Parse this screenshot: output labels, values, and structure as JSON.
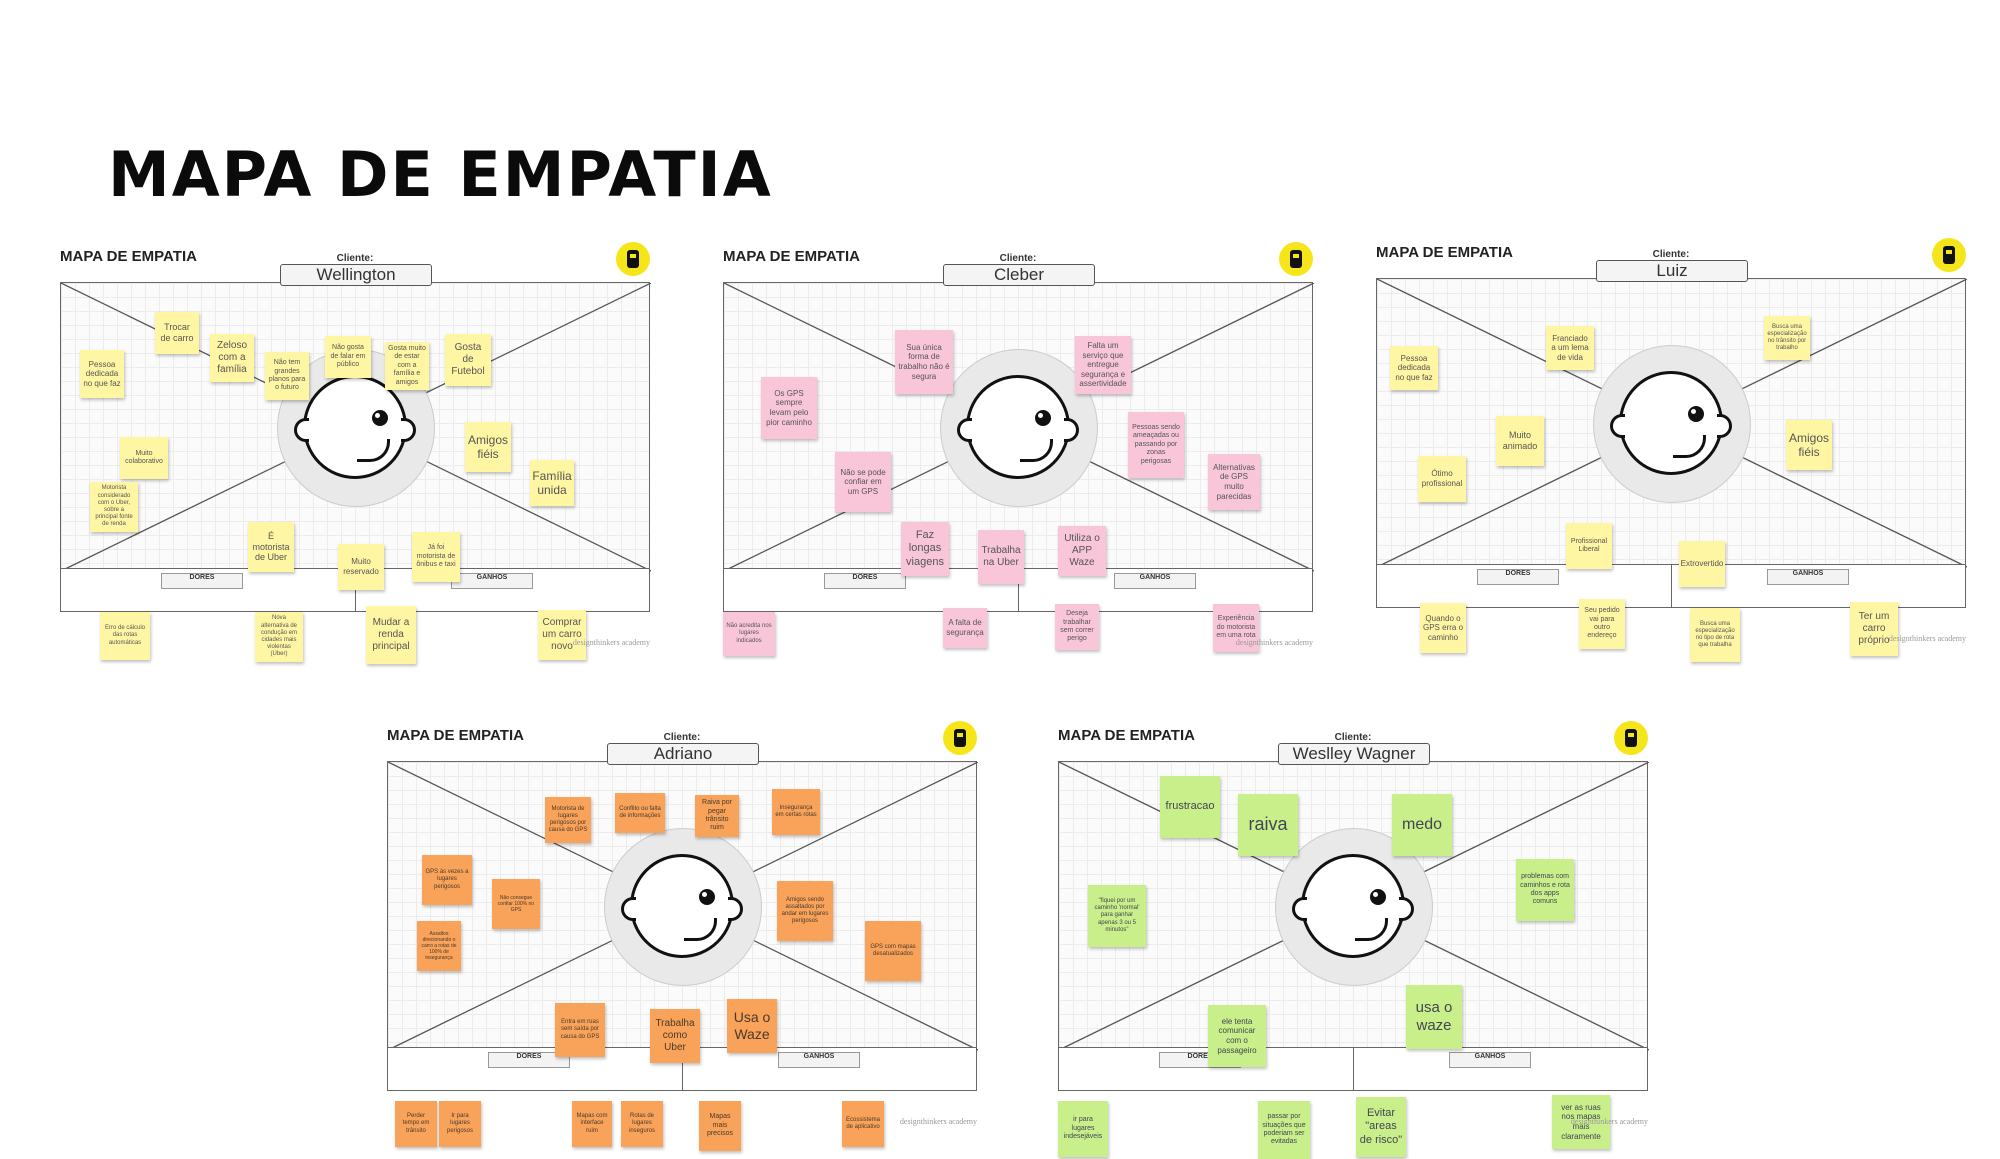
{
  "title": "MAPA DE EMPATIA",
  "board_heading": "MAPA DE EMPATIA",
  "client_label": "Cliente:",
  "pain_label": "DORES",
  "gain_label": "GANHOS",
  "credit": "designthinkers academy",
  "boards": [
    {
      "client": "Wellington",
      "color": "#fff6a3",
      "notes": [
        {
          "text": "Pessoa dedicada no que faz"
        },
        {
          "text": "Trocar de carro"
        },
        {
          "text": "Zeloso com a família"
        },
        {
          "text": "Não tem grandes planos para o futuro"
        },
        {
          "text": "Não gosta de falar em público"
        },
        {
          "text": "Gosta muito de estar com a família e amigos"
        },
        {
          "text": "Gosta de Futebol"
        },
        {
          "text": "Muito colaborativo"
        },
        {
          "text": "Amigos fiéis"
        },
        {
          "text": "Família unida"
        },
        {
          "text": "Motorista considerado com o Uber, sobre a principal fonte de renda"
        },
        {
          "text": "É motorista de Uber"
        },
        {
          "text": "Muito reservado"
        },
        {
          "text": "Já foi motorista de ônibus e taxi"
        },
        {
          "text": "Erro de cálculo das rotas automáticas"
        },
        {
          "text": "Nova alternativa de condução em cidades mais violentas (Uber)"
        },
        {
          "text": "Mudar a renda principal"
        },
        {
          "text": "Comprar um carro novo"
        }
      ]
    },
    {
      "client": "Cleber",
      "color": "#f8c6d8",
      "notes": [
        {
          "text": "Os GPS sempre levam pelo pior caminho"
        },
        {
          "text": "Sua única forma de trabalho não é segura"
        },
        {
          "text": "Falta um serviço que entregue segurança e assertividade"
        },
        {
          "text": "Pessoas sendo ameaçadas ou passando por zonas perigosas"
        },
        {
          "text": "Não se pode confiar em um GPS"
        },
        {
          "text": "Alternativas de GPS muito parecidas"
        },
        {
          "text": "Faz longas viagens"
        },
        {
          "text": "Trabalha na Uber"
        },
        {
          "text": "Utiliza o APP Waze"
        },
        {
          "text": "Não acredita nos lugares indicados"
        },
        {
          "text": "A falta de segurança"
        },
        {
          "text": "Deseja trabalhar sem correr perigo"
        },
        {
          "text": "Experiência do motorista em uma rota"
        }
      ]
    },
    {
      "client": "Luiz",
      "color": "#fff6a3",
      "notes": [
        {
          "text": "Pessoa dedicada no que faz"
        },
        {
          "text": "Franciado a um lema de vida"
        },
        {
          "text": "Busca uma especialização no trânsito por trabalho"
        },
        {
          "text": "Muito animado"
        },
        {
          "text": "Amigos fiéis"
        },
        {
          "text": "Ótimo profissional"
        },
        {
          "text": "Profissional Liberal"
        },
        {
          "text": "Extrovertido"
        },
        {
          "text": "Quando o GPS erra o caminho"
        },
        {
          "text": "Seu pedido vai para outro endereço"
        },
        {
          "text": "Busca uma especialização no tipo de rota que trabalha"
        },
        {
          "text": "Ter um carro próprio"
        }
      ]
    },
    {
      "client": "Adriano",
      "color": "#f9a25a",
      "notes": [
        {
          "text": "Motorista de lugares perigosos por causa do GPS"
        },
        {
          "text": "Conflito ou falta de informações"
        },
        {
          "text": "Raiva por pegar trânsito ruim"
        },
        {
          "text": "Insegurança em certas rotas"
        },
        {
          "text": "GPS às vezes a lugares perigosos"
        },
        {
          "text": "Não consegue confiar 100% no GPS"
        },
        {
          "text": "Amigos sendo assaltados por andar em lugares perigosos"
        },
        {
          "text": "Assaltos direcionando o carro a rotas de 100% de insegurança"
        },
        {
          "text": "GPS com mapas desatualizados"
        },
        {
          "text": "Entra em ruas sem saída por causa do GPS"
        },
        {
          "text": "Trabalha como Uber"
        },
        {
          "text": "Usa o Waze"
        },
        {
          "text": "Perder tempo em trânsito"
        },
        {
          "text": "Ir para lugares perigosos"
        },
        {
          "text": "Mapas com interface ruim"
        },
        {
          "text": "Rotas de lugares inseguros"
        },
        {
          "text": "Mapas mais precisos"
        },
        {
          "text": "Ecossistema de aplicativo"
        }
      ]
    },
    {
      "client": "Weslley Wagner",
      "color": "#c9ef8a",
      "notes": [
        {
          "text": "frustracao"
        },
        {
          "text": "raiva"
        },
        {
          "text": "medo"
        },
        {
          "text": "problemas com caminhos e rota dos apps comuns"
        },
        {
          "text": "\"fiquei por um caminho 'normal' para ganhar apenas 3 ou 5 minutos\""
        },
        {
          "text": "ele tenta comunicar com o passageiro"
        },
        {
          "text": "usa o waze"
        },
        {
          "text": "ir para lugares indesejáveis"
        },
        {
          "text": "passar por situações que poderiam ser evitadas"
        },
        {
          "text": "Evitar \"areas de risco\""
        },
        {
          "text": "ver as ruas nos mapas mais claramente"
        }
      ]
    }
  ]
}
